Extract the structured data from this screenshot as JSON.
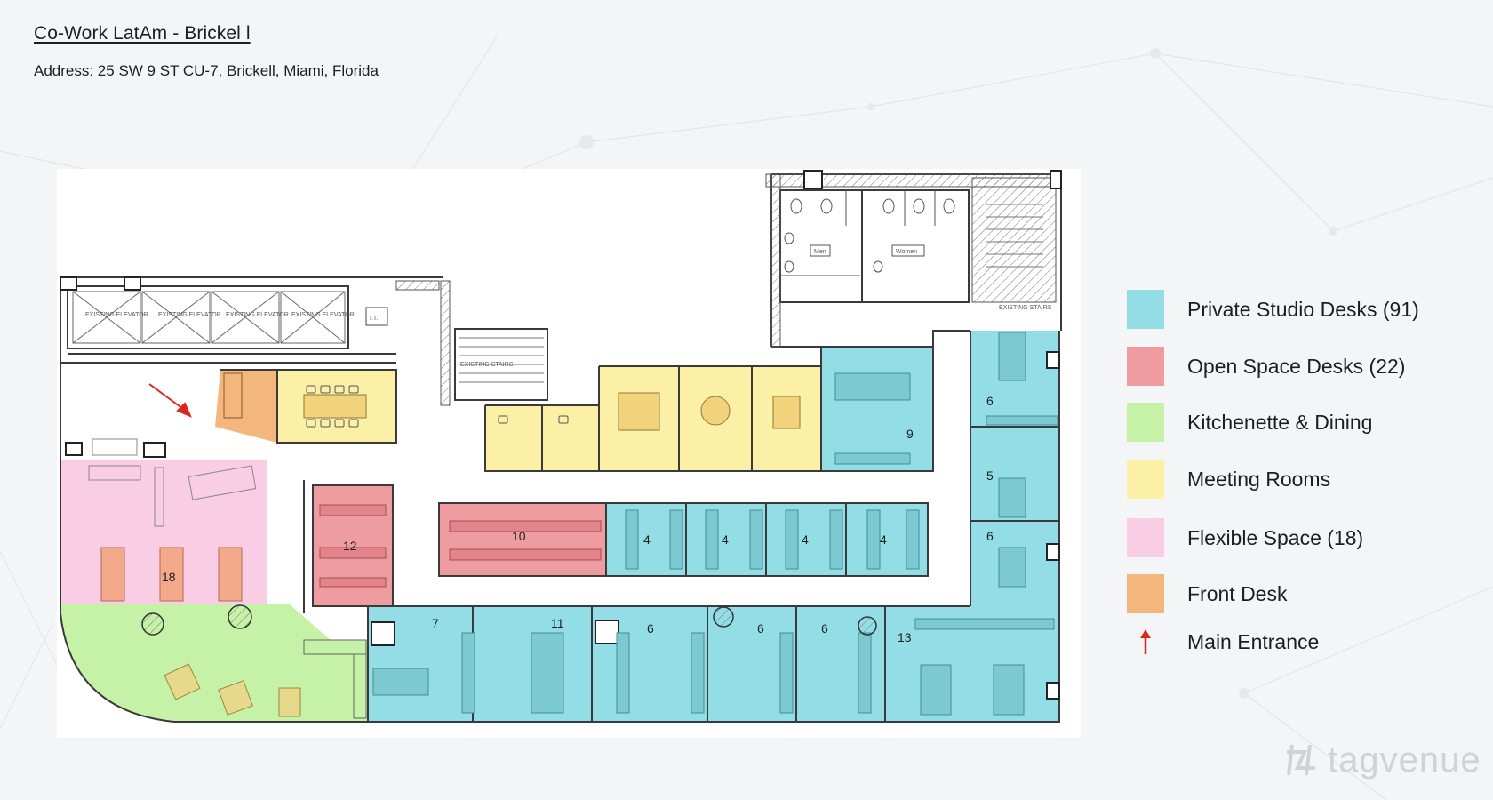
{
  "header": {
    "title": "Co-Work LatAm - Brickel       l",
    "address": "Address: 25 SW 9 ST CU-7, Brickell, Miami, Florida"
  },
  "colors": {
    "private": "#93dde6",
    "open": "#ee9ca0",
    "kitchen": "#c6f2a8",
    "meeting": "#fbf0a6",
    "flexible": "#f9cde4",
    "front": "#f3b67c",
    "entrance": "#d9271f"
  },
  "legend": [
    {
      "label": "Private Studio Desks (91)",
      "color": "#93dde6"
    },
    {
      "label": "Open Space Desks (22)",
      "color": "#ee9ca0"
    },
    {
      "label": "Kitchenette & Dining",
      "color": "#c6f2a8"
    },
    {
      "label": "Meeting Rooms",
      "color": "#fbf0a6"
    },
    {
      "label": "Flexible Space (18)",
      "color": "#f9cde4"
    },
    {
      "label": "Front Desk",
      "color": "#f3b67c"
    },
    {
      "label": "Main Entrance",
      "color": "#d9271f"
    }
  ],
  "rooms": {
    "r9": "9",
    "r12": "12",
    "r10": "10",
    "r4a": "4",
    "r4b": "4",
    "r4c": "4",
    "r4d": "4",
    "r6top": "6",
    "r5": "5",
    "r6mid": "6",
    "r18": "18",
    "r7": "7",
    "r11": "11",
    "r6a": "6",
    "r6b": "6",
    "r6c": "6",
    "r13": "13"
  },
  "labels": {
    "men": "Men",
    "women": "Women",
    "it": "I.T.",
    "elev": "EXISTING ELEVATOR",
    "stairs": "EXISTING STAIRS"
  },
  "watermark": "tagvenue"
}
